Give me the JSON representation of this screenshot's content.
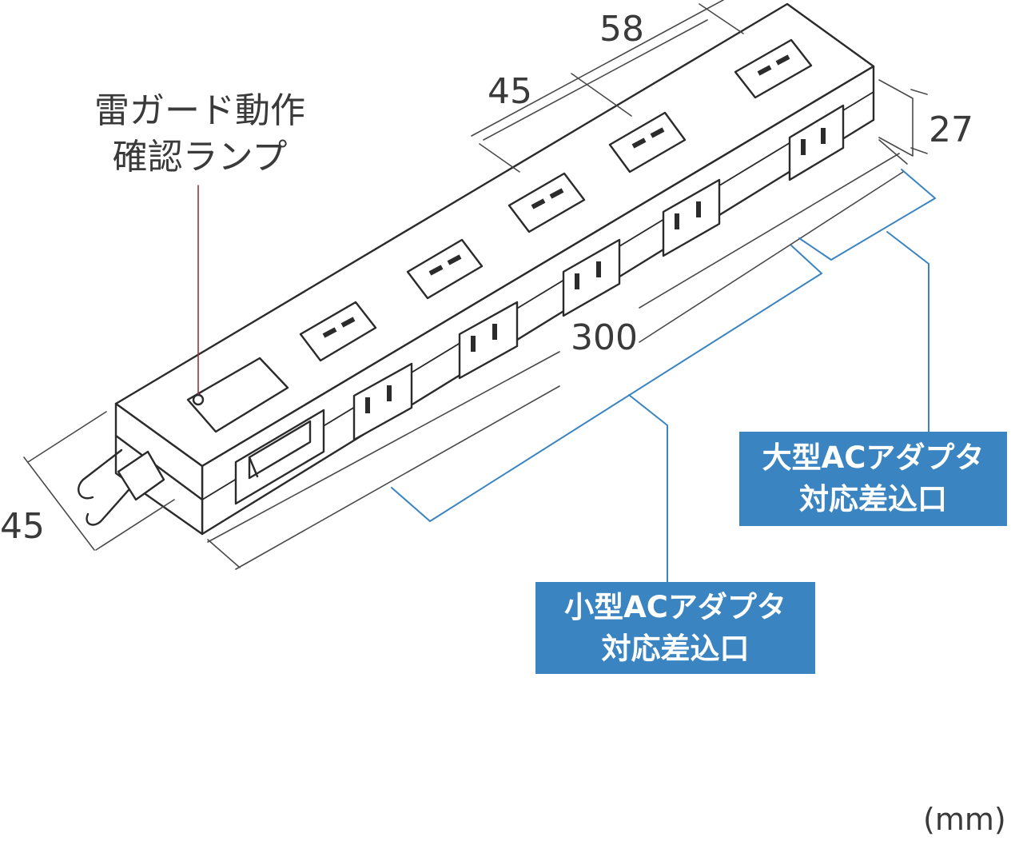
{
  "dimensions": {
    "top_spacing_a": "58",
    "top_spacing_b": "45",
    "height": "27",
    "length": "300",
    "width": "45"
  },
  "lamp_label": {
    "line1": "雷ガード動作",
    "line2": "確認ランプ"
  },
  "callout_large": {
    "line1": "大型ACアダプタ",
    "line2": "対応差込口"
  },
  "callout_small": {
    "line1": "小型ACアダプタ",
    "line2": "対応差込口"
  },
  "unit": "(mm)",
  "colors": {
    "outline": "#2b2b2b",
    "callout_fill": "#3a84c2",
    "bracket": "#3a84c2",
    "lamp_leader": "#a0303a"
  }
}
